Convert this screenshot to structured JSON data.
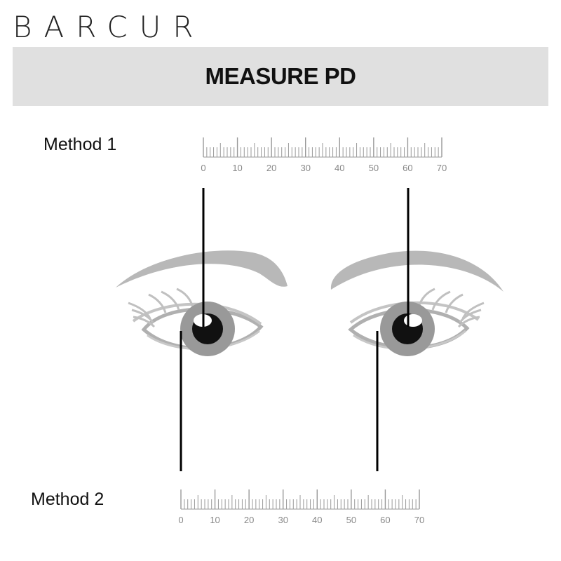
{
  "brand": "BARCUR",
  "banner": {
    "title": "MEASURE PD"
  },
  "method1": {
    "label": "Method 1",
    "tick_labels": [
      "0",
      "10",
      "20",
      "30",
      "40",
      "50",
      "60",
      "70"
    ]
  },
  "method2": {
    "label": "Method 2",
    "tick_labels": [
      "0",
      "10",
      "20",
      "30",
      "40",
      "50",
      "60",
      "70"
    ]
  },
  "colors": {
    "banner_bg": "#e0e0e0",
    "line": "#000000",
    "eye_gray": "#a8a8a8",
    "ruler_gray": "#999999"
  }
}
